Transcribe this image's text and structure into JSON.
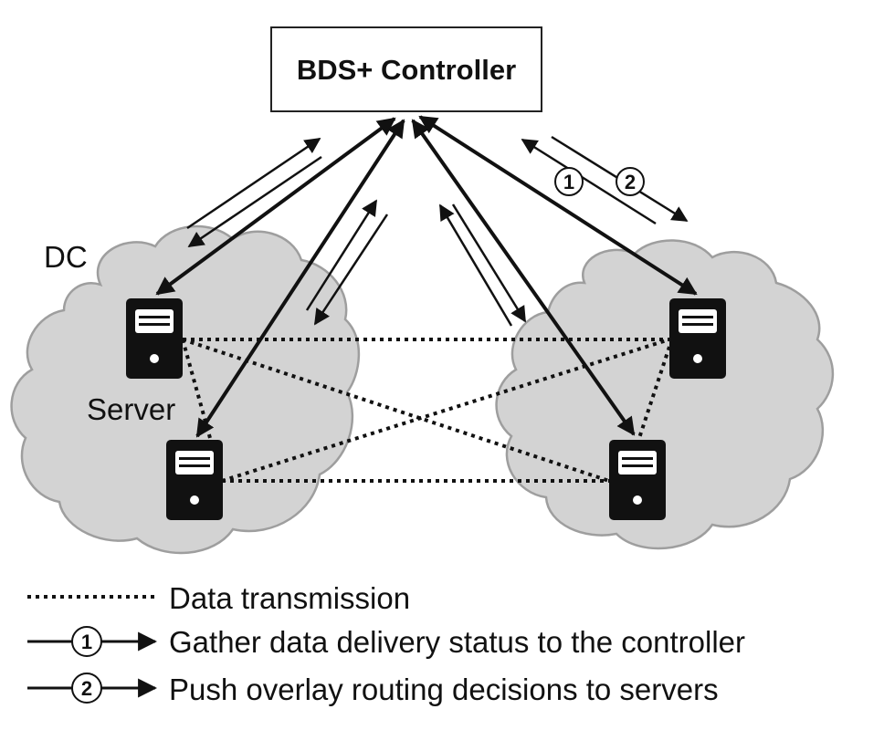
{
  "controller": {
    "label": "BDS+ Controller"
  },
  "labels": {
    "dc": "DC",
    "server": "Server"
  },
  "step_markers": [
    "1",
    "2"
  ],
  "legend": [
    {
      "kind": "dotted",
      "text": "Data transmission"
    },
    {
      "kind": "arrow",
      "marker": "1",
      "text": "Gather data delivery status to the controller"
    },
    {
      "kind": "arrow",
      "marker": "2",
      "text": "Push overlay routing decisions to servers"
    }
  ],
  "colors": {
    "cloud_fill": "#d3d3d3",
    "cloud_stroke": "#9e9e9e",
    "ink": "#111111"
  },
  "icons": {
    "server": "server-icon",
    "cloud": "cloud-icon"
  }
}
